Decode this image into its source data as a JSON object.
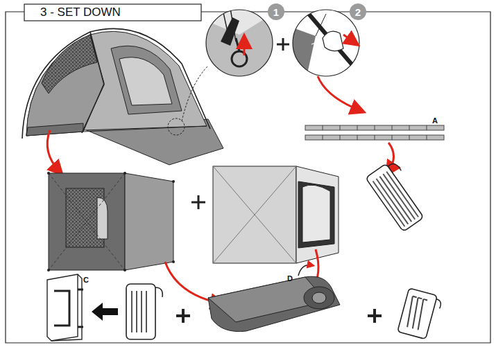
{
  "diagram": {
    "title": "3 - SET DOWN",
    "nodes": [
      {
        "text": [
          "1"
        ]
      },
      {
        "text": [
          "2"
        ]
      }
    ],
    "labels": [
      "A",
      "C",
      "D"
    ]
  }
}
